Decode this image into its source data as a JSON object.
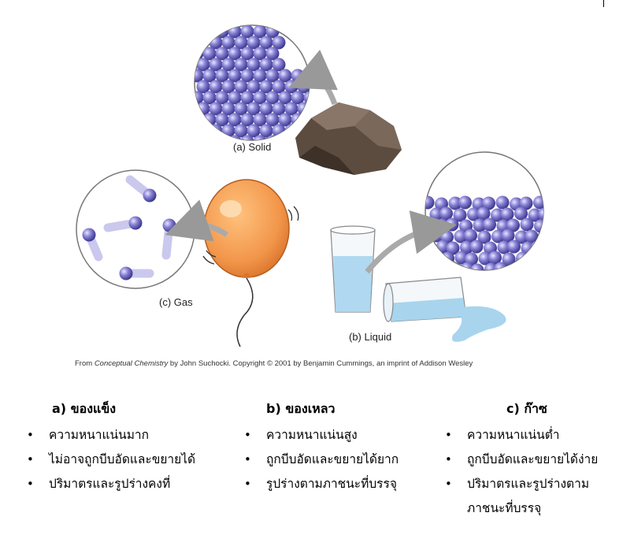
{
  "captions": {
    "solid": "(a) Solid",
    "liquid": "(b) Liquid",
    "gas": "(c) Gas"
  },
  "credit": {
    "prefix": "From ",
    "book": "Conceptual Chemistry",
    "suffix": " by John Suchocki.  Copyright © 2001 by Benjamin Cummings, an imprint of Addison Wesley"
  },
  "columns": [
    {
      "heading": "a)  ของแข็ง",
      "items": [
        "ความหนาแน่นมาก",
        "ไม่อาจถูกบีบอัดและขยายได้",
        "ปริมาตรและรูปร่างคงที่"
      ]
    },
    {
      "heading": "b)  ของเหลว",
      "items": [
        "ความหนาแน่นสูง",
        "ถูกบีบอัดและขยายได้ยาก",
        "รูปร่างตามภาชนะที่บรรจุ"
      ]
    },
    {
      "heading": "c)  ก๊าซ",
      "items": [
        "ความหนาแน่นต่ำ",
        "ถูกบีบอัดและขยายได้ง่าย"
      ],
      "wrapped_item": [
        "ปริมาตรและรูปร่างตาม",
        "ภาชนะที่บรรจุ"
      ]
    }
  ],
  "colors": {
    "particle": "#7a74c8",
    "balloon": "#f2964a",
    "rock": "#6b5a4e",
    "water": "#a8d4ee"
  }
}
